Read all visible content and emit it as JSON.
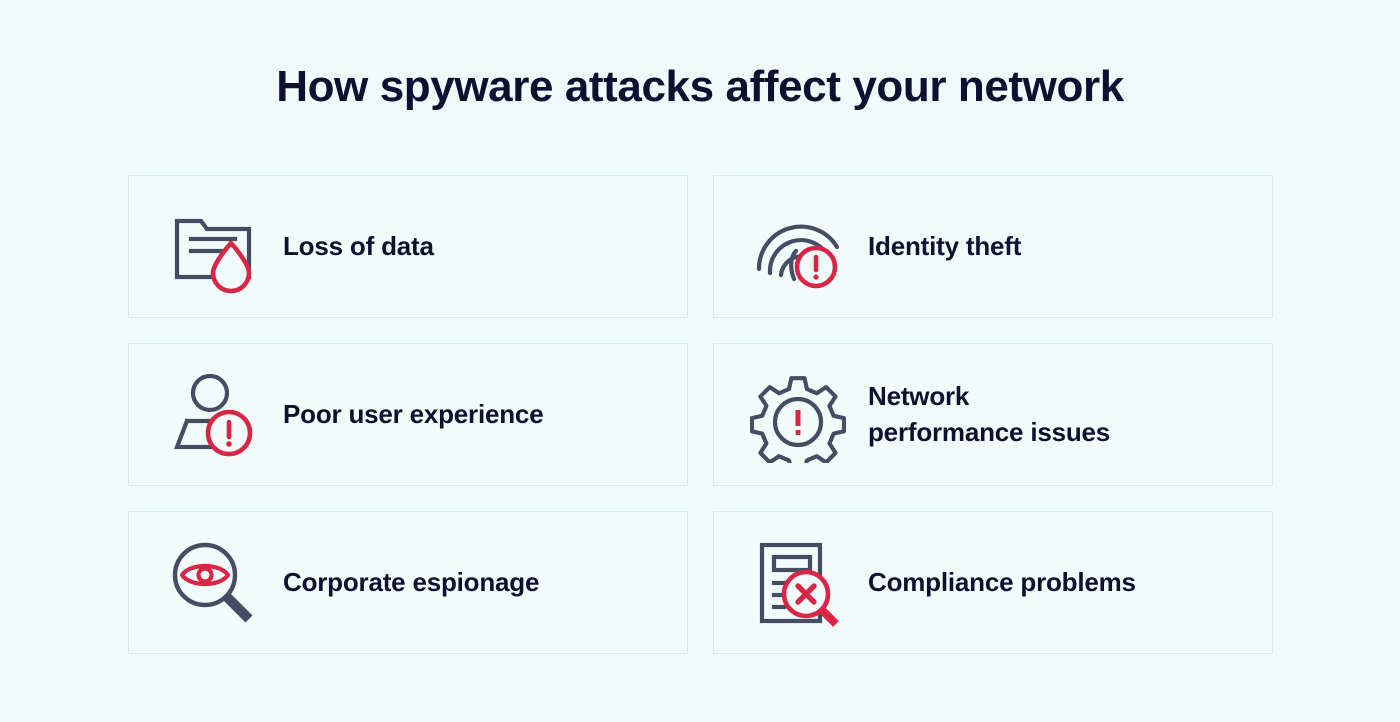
{
  "header": {
    "title": "How spyware attacks affect your network"
  },
  "colors": {
    "page_background": "#effbfa",
    "card_background": "#f2fcfb",
    "card_border": "#dbe8e8",
    "title_text": "#0d1030",
    "label_text": "#0d1030",
    "icon_dark": "#434d63",
    "icon_accent_red": "#d92644"
  },
  "cards": [
    {
      "id": "loss-of-data",
      "label": "Loss of data",
      "label_line2": "",
      "icon": "folder-data-leak-icon"
    },
    {
      "id": "identity-theft",
      "label": "Identity theft",
      "label_line2": "",
      "icon": "fingerprint-alert-icon"
    },
    {
      "id": "poor-user-experience",
      "label": "Poor user experience",
      "label_line2": "",
      "icon": "user-alert-icon"
    },
    {
      "id": "network-performance-issues",
      "label": "Network",
      "label_line2": "performance issues",
      "icon": "gear-alert-icon"
    },
    {
      "id": "corporate-espionage",
      "label": "Corporate espionage",
      "label_line2": "",
      "icon": "magnifier-eye-icon"
    },
    {
      "id": "compliance-problems",
      "label": "Compliance problems",
      "label_line2": "",
      "icon": "document-magnifier-x-icon"
    }
  ]
}
